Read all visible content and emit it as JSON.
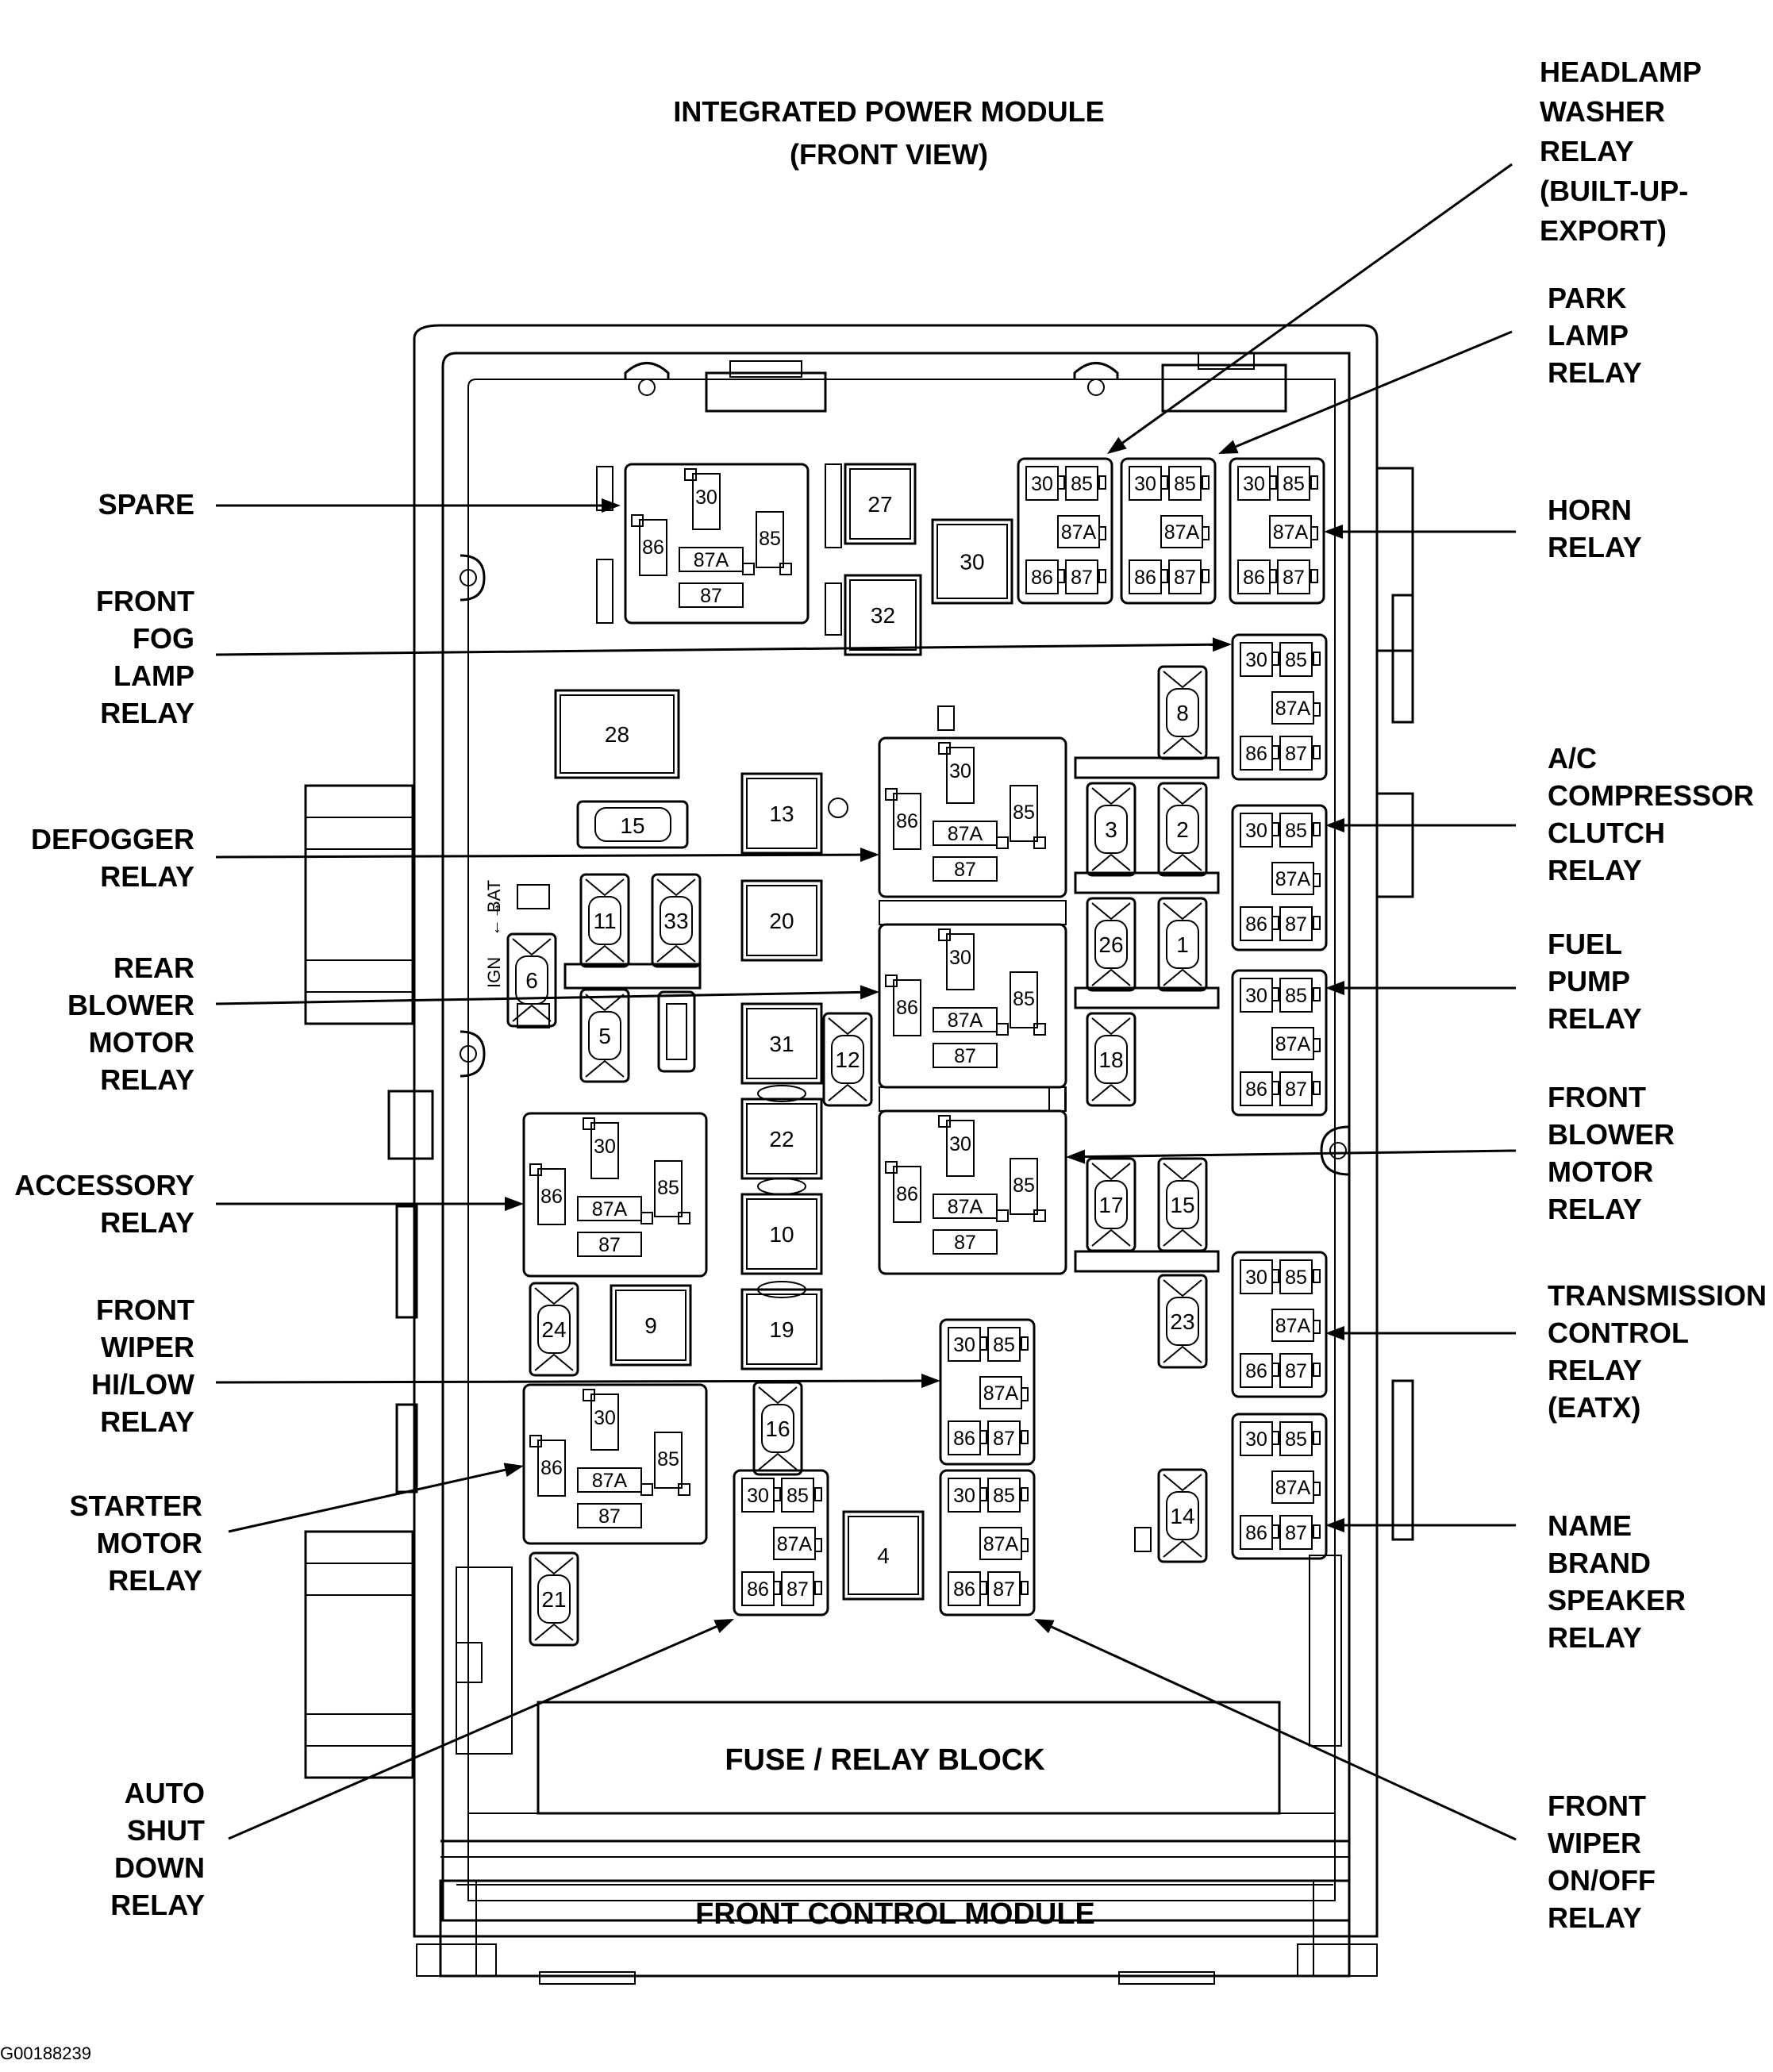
{
  "title": {
    "line1": "INTEGRATED POWER MODULE",
    "line2": "(FRONT VIEW)"
  },
  "sections": {
    "fuse_block": "FUSE / RELAY BLOCK",
    "control_module": "FRONT CONTROL MODULE"
  },
  "figure_id": "G00188239",
  "side_label": {
    "ign": "IGN",
    "arrow": "←→",
    "bat": "BAT"
  },
  "relay_pins": {
    "p30": "30",
    "p85": "85",
    "p86": "86",
    "p87": "87",
    "p87a": "87A"
  },
  "callouts_left": [
    {
      "id": "spare",
      "lines": [
        "SPARE"
      ]
    },
    {
      "id": "front-fog-lamp-relay",
      "lines": [
        "FRONT",
        "FOG",
        "LAMP",
        "RELAY"
      ]
    },
    {
      "id": "defogger-relay",
      "lines": [
        "DEFOGGER",
        "RELAY"
      ]
    },
    {
      "id": "rear-blower-motor-relay",
      "lines": [
        "REAR",
        "BLOWER",
        "MOTOR",
        "RELAY"
      ]
    },
    {
      "id": "accessory-relay",
      "lines": [
        "ACCESSORY",
        "RELAY"
      ]
    },
    {
      "id": "front-wiper-hi-low-relay",
      "lines": [
        "FRONT",
        "WIPER",
        "HI/LOW",
        "RELAY"
      ]
    },
    {
      "id": "starter-motor-relay",
      "lines": [
        "STARTER",
        "MOTOR",
        "RELAY"
      ]
    },
    {
      "id": "auto-shut-down-relay",
      "lines": [
        "AUTO",
        "SHUT",
        "DOWN",
        "RELAY"
      ]
    }
  ],
  "callouts_right": [
    {
      "id": "headlamp-washer-relay",
      "lines": [
        "HEADLAMP",
        "WASHER",
        "RELAY",
        "(BUILT-UP-",
        "EXPORT)"
      ]
    },
    {
      "id": "park-lamp-relay",
      "lines": [
        "PARK",
        "LAMP",
        "RELAY"
      ]
    },
    {
      "id": "horn-relay",
      "lines": [
        "HORN",
        "RELAY"
      ]
    },
    {
      "id": "ac-compressor-clutch-relay",
      "lines": [
        "A/C",
        "COMPRESSOR",
        "CLUTCH",
        "RELAY"
      ]
    },
    {
      "id": "fuel-pump-relay",
      "lines": [
        "FUEL",
        "PUMP",
        "RELAY"
      ]
    },
    {
      "id": "front-blower-motor-relay",
      "lines": [
        "FRONT",
        "BLOWER",
        "MOTOR",
        "RELAY"
      ]
    },
    {
      "id": "transmission-control-relay",
      "lines": [
        "TRANSMISSION",
        "CONTROL",
        "RELAY",
        "(EATX)"
      ]
    },
    {
      "id": "name-brand-speaker-relay",
      "lines": [
        "NAME",
        "BRAND",
        "SPEAKER",
        "RELAY"
      ]
    },
    {
      "id": "front-wiper-on-off-relay",
      "lines": [
        "FRONT",
        "WIPER",
        "ON/OFF",
        "RELAY"
      ]
    }
  ],
  "square_fuses": [
    "27",
    "30",
    "32",
    "28",
    "13",
    "20",
    "31",
    "22",
    "10",
    "19",
    "9",
    "4"
  ],
  "blade_fuses": [
    "15",
    "11",
    "33",
    "6",
    "5",
    "12",
    "8",
    "3",
    "2",
    "26",
    "1",
    "18",
    "17",
    "15",
    "23",
    "24",
    "16",
    "21",
    "14"
  ]
}
